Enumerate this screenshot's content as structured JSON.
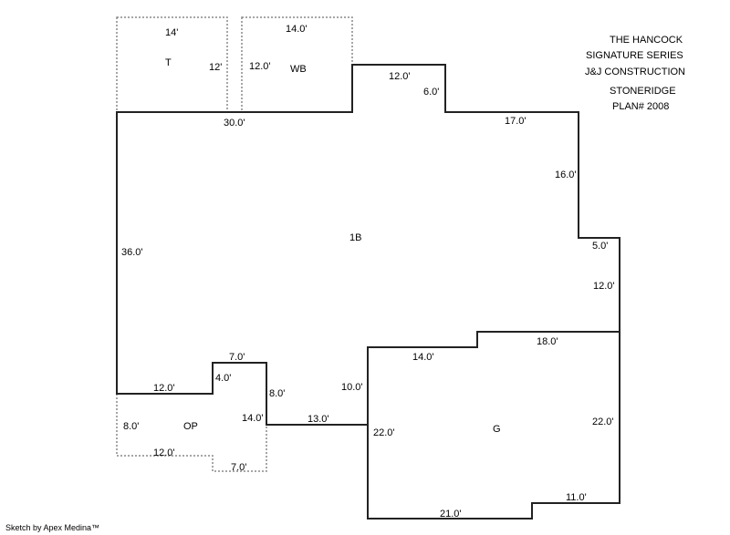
{
  "title_block": [
    "THE HANCOCK",
    "SIGNATURE SERIES",
    "J&J CONSTRUCTION",
    "STONERIDGE",
    "PLAN# 2008"
  ],
  "areas": {
    "t": "T",
    "wb": "WB",
    "main": "1B",
    "op": "OP",
    "garage": "G"
  },
  "dimensions": {
    "t_top": "14'",
    "t_side": "12'",
    "wb_top": "14.0'",
    "wb_side": "12.0'",
    "main_top": "30.0'",
    "bump_top": "12.0'",
    "bump_side": "6.0'",
    "right_top": "17.0'",
    "right_side1": "16.0'",
    "right_step": "5.0'",
    "right_side2": "12.0'",
    "left_side": "36.0'",
    "op_top_left": "12.0'",
    "op_step": "4.0'",
    "op_top": "7.0'",
    "op_right_upper": "8.0'",
    "op_right": "14.0'",
    "op_left": "8.0'",
    "op_bottom": "12.0'",
    "op_bottom_step": "7.0'",
    "connector": "13.0'",
    "g_upper_left": "10.0'",
    "g_top_left": "14.0'",
    "g_top_right": "18.0'",
    "g_left": "22.0'",
    "g_right": "22.0'",
    "g_bottom": "21.0'",
    "g_bottom_right": "11.0'"
  },
  "footer": "Sketch by Apex Medina™"
}
